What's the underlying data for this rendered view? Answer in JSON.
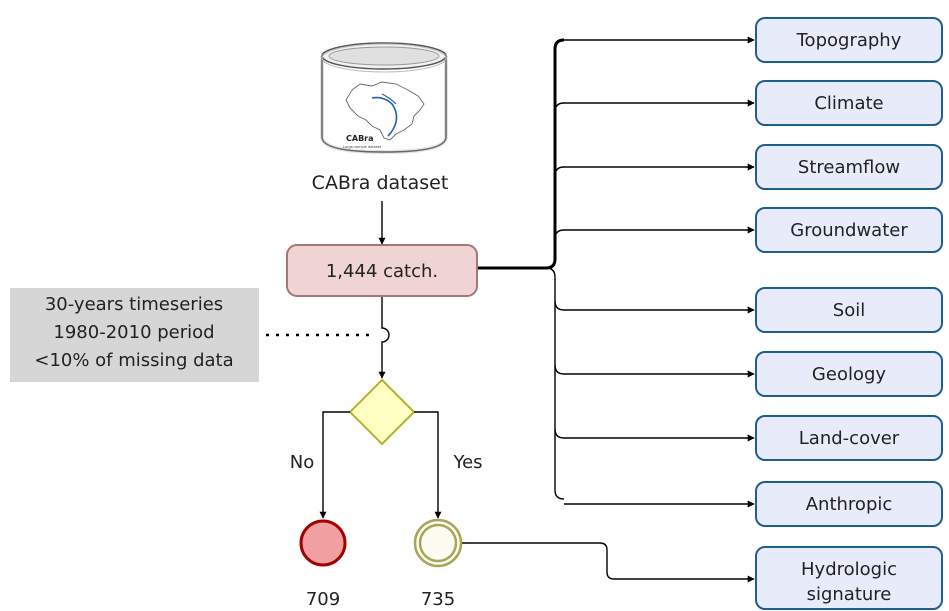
{
  "dataset": {
    "label": "CABra dataset",
    "logo_title": "CABra",
    "logo_subtitle": "Large-sample dataset"
  },
  "catchments": {
    "label": "1,444 catch."
  },
  "criteria": {
    "line1": "30-years timeseries",
    "line2": "1980-2010 period",
    "line3": "<10% of missing data"
  },
  "decision": {
    "no_label": "No",
    "yes_label": "Yes"
  },
  "outcomes": {
    "no_count": "709",
    "yes_count": "735"
  },
  "attributes": [
    {
      "label": "Topography"
    },
    {
      "label": "Climate"
    },
    {
      "label": "Streamflow"
    },
    {
      "label": "Groundwater"
    },
    {
      "label": "Soil"
    },
    {
      "label": "Geology"
    },
    {
      "label": "Land-cover"
    },
    {
      "label": "Anthropic"
    }
  ],
  "signature": {
    "line1": "Hydrologic",
    "line2": "signature"
  },
  "colors": {
    "attr_fill": "#e8ecfa",
    "attr_stroke": "#1f5f8b",
    "catch_fill": "#f0d4d4",
    "catch_stroke": "#a07878",
    "criteria_fill": "#d6d6d6",
    "diamond_fill": "#ffffc4",
    "diamond_stroke": "#b3b32a",
    "no_fill": "#f0a0a0",
    "no_stroke": "#a30000",
    "yes_fill": "#fdfcf0",
    "yes_stroke": "#a9a45a"
  }
}
